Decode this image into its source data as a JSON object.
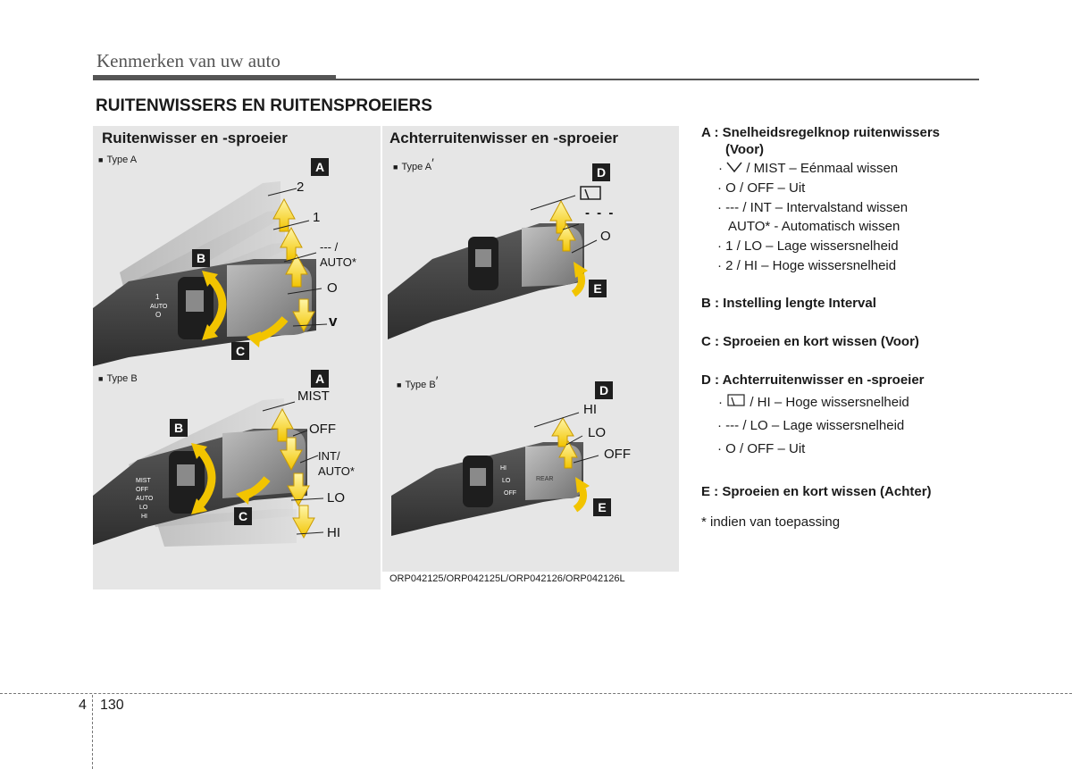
{
  "header": {
    "title": "Kenmerken van uw auto"
  },
  "section": {
    "title": "RUITENWISSERS EN RUITENSPROEIERS"
  },
  "panel_left": {
    "heading": "Ruitenwisser en -sproeier",
    "type_a": {
      "label": "Type A",
      "callouts": {
        "a": "A",
        "b": "B",
        "c": "C"
      },
      "positions": {
        "p2": "2",
        "p1": "1",
        "int_line1": "--- /",
        "int_line2": "AUTO*",
        "off": "O",
        "mist": "v"
      },
      "stalk": {
        "t1": "1",
        "t2": "O",
        "t3": "AUTO"
      }
    },
    "type_b": {
      "label": "Type B",
      "callouts": {
        "a": "A",
        "b": "B",
        "c": "C"
      },
      "positions": {
        "mist": "MIST",
        "off": "OFF",
        "int_line1": "INT/",
        "int_line2": "AUTO*",
        "lo": "LO",
        "hi": "HI"
      },
      "stalk": {
        "t1": "MIST",
        "t2": "OFF",
        "t3": "AUTO",
        "t4": "LO",
        "t5": "HI"
      }
    }
  },
  "panel_right": {
    "heading": "Achterruitenwisser en -sproeier",
    "type_a": {
      "label": "Type A",
      "prime": "′",
      "callouts": {
        "d": "D",
        "e": "E"
      },
      "positions": {
        "int": "- - -",
        "off": "O"
      }
    },
    "type_b": {
      "label": "Type B",
      "prime": "′",
      "callouts": {
        "d": "D",
        "e": "E"
      },
      "positions": {
        "hi": "HI",
        "lo": "LO",
        "off": "OFF"
      },
      "stalk": {
        "t1": "HI",
        "t2": "LO",
        "t3": "OFF",
        "rear": "REAR"
      }
    }
  },
  "image_ref": "ORP042125/ORP042125L/ORP042126/ORP042126L",
  "legend": {
    "a": {
      "head_line1": "A : Snelheidsregelknop  ruitenwissers",
      "head_line2": "(Voor)",
      "items": [
        "/ MIST – Eénmaal wissen",
        "· O / OFF – Uit",
        "· --- / INT – Intervalstand wissen",
        "AUTO* - Automatisch wissen",
        "· 1 / LO – Lage wissersnelheid",
        "· 2 / HI – Hoge wissersnelheid"
      ]
    },
    "b": {
      "head": "B : Instelling lengte Interval"
    },
    "c": {
      "head": "C : Sproeien en kort wissen (Voor)"
    },
    "d": {
      "head": "D : Achterruitenwisser en -sproeier",
      "items": [
        "/ HI – Hoge wissersnelheid",
        "· --- / LO – Lage wissersnelheid",
        "· O / OFF – Uit"
      ]
    },
    "e": {
      "head": "E : Sproeien en kort wissen (Achter)"
    },
    "note": "* indien van toepassing"
  },
  "page": {
    "chapter": "4",
    "number": "130"
  }
}
